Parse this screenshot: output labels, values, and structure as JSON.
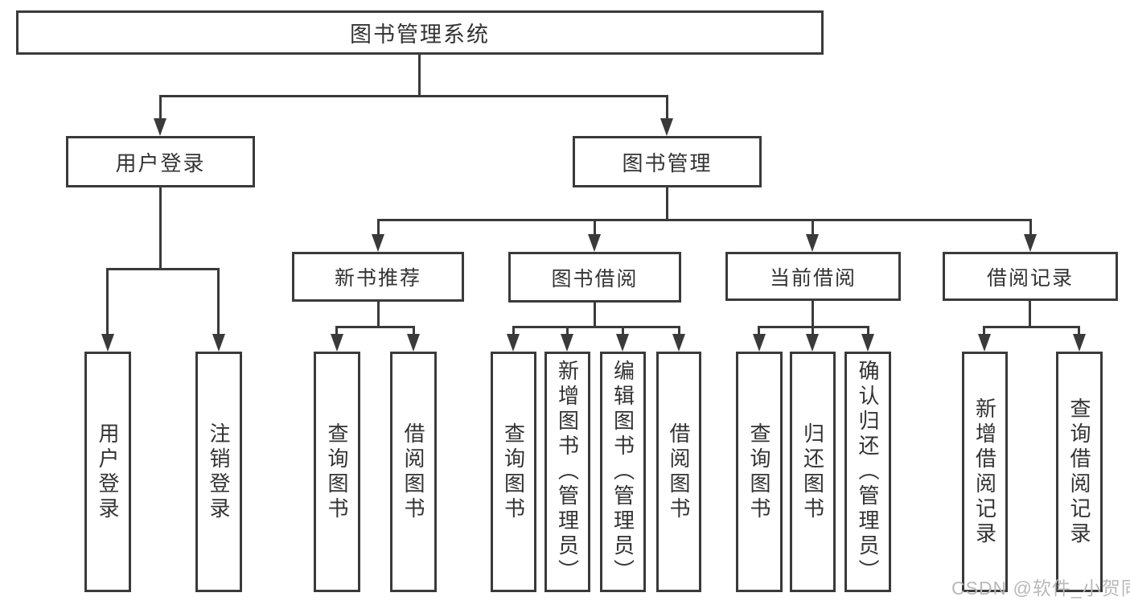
{
  "diagram_type": "hierarchy-tree",
  "colors": {
    "line": "#3a3a3a",
    "box_border": "#3a3a3a",
    "text": "#333333",
    "background": "#ffffff",
    "watermark": "#b9b9b9"
  },
  "tree": {
    "label": "图书管理系统",
    "children": [
      {
        "label": "用户登录",
        "children": [
          {
            "label": "用户登录"
          },
          {
            "label": "注销登录"
          }
        ]
      },
      {
        "label": "图书管理",
        "children": [
          {
            "label": "新书推荐",
            "children": [
              {
                "label": "查询图书"
              },
              {
                "label": "借阅图书"
              }
            ]
          },
          {
            "label": "图书借阅",
            "children": [
              {
                "label": "查询图书"
              },
              {
                "label": "新增图书（管理员）"
              },
              {
                "label": "编辑图书（管理员）"
              },
              {
                "label": "借阅图书"
              }
            ]
          },
          {
            "label": "当前借阅",
            "children": [
              {
                "label": "查询图书"
              },
              {
                "label": "归还图书"
              },
              {
                "label": "确认归还（管理员）"
              }
            ]
          },
          {
            "label": "借阅记录",
            "children": [
              {
                "label": "新增借阅记录"
              },
              {
                "label": "查询借阅记录"
              }
            ]
          }
        ]
      }
    ]
  },
  "watermark": {
    "text": "CSDN @软件_小贺同学"
  }
}
